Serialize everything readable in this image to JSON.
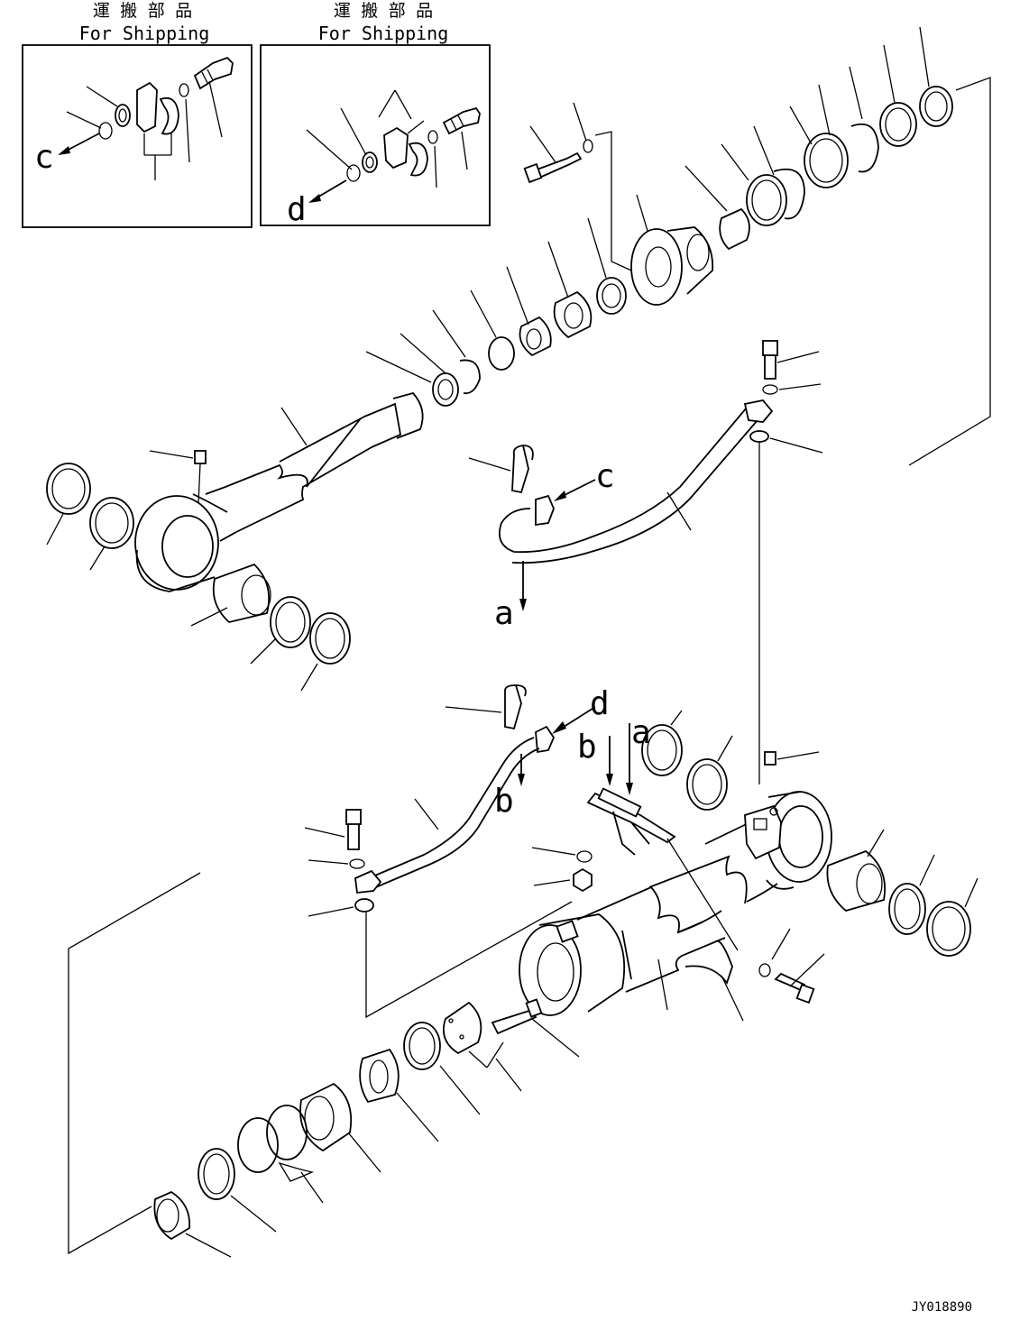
{
  "shipping_boxes": [
    {
      "title_jp": "運 搬 部 品",
      "title_en": "For Shipping",
      "ref": "c"
    },
    {
      "title_jp": "運 搬 部 品",
      "title_en": "For Shipping",
      "ref": "d"
    }
  ],
  "refs": {
    "a": "a",
    "b": "b",
    "c": "c",
    "d": "d"
  },
  "drawing_number": "JY018890"
}
